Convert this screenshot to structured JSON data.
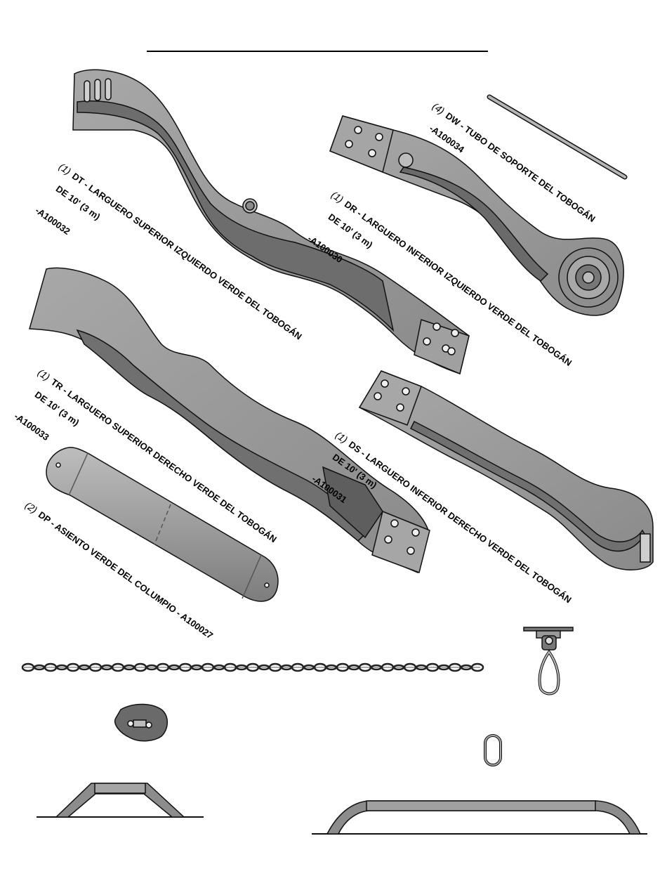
{
  "labels": {
    "dt": {
      "qty": "(1)",
      "line1": "DT - LARGUERO SUPERIOR IZQUIERDO VERDE DEL TOBOGÁN",
      "line2": "DE 10' (3 m)",
      "line3": "-A100032"
    },
    "dr": {
      "qty": "(1)",
      "line1": "DR - LARGUERO INFERIOR IZQUIERDO VERDE DEL TOBOGÁN",
      "line2": "DE 10' (3 m)",
      "line3": "-A100030"
    },
    "dw": {
      "qty": "(4)",
      "line1": "DW - TUBO DE SOPORTE DEL TOBOGÁN",
      "line2": "-A100034"
    },
    "tr": {
      "qty": "(1)",
      "line1": "TR - LARGUERO SUPERIOR DERECHO VERDE DEL TOBOGÁN",
      "line2": "DE 10' (3 m)",
      "line3": "-A100033"
    },
    "ds": {
      "qty": "(1)",
      "line1": "DS - LARGUERO INFERIOR DERECHO VERDE DEL TOBOGÁN",
      "line2": "DE 10' (3 m)",
      "line3": "-A100031"
    },
    "dp": {
      "qty": "(2)",
      "line1": "DP - ASIENTO VERDE DEL COLUMPIO - A100027"
    }
  },
  "colors": {
    "part_fill": "#9a9a9a",
    "part_dark": "#5c5c5c",
    "part_light": "#c8c8c8",
    "outline": "#111111"
  }
}
